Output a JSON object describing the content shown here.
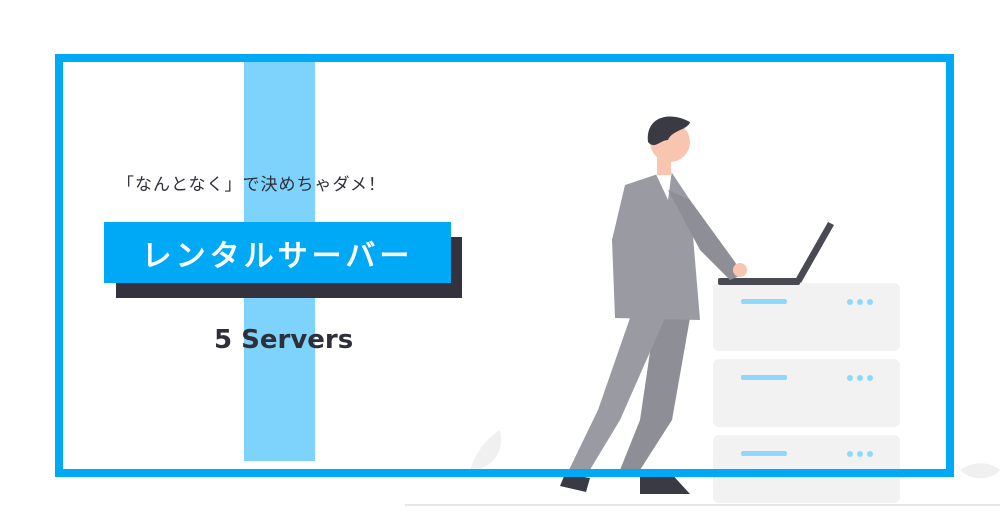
{
  "banner": {
    "catchphrase": "「なんとなく」で決めちゃダメ！",
    "title": "レンタルサーバー",
    "subtitle": "5 Servers"
  },
  "colors": {
    "frame": "#00a9f5",
    "stripe": "#7dd3fb",
    "title_bg": "#00a9f5",
    "title_shadow": "#34323f",
    "text_dark": "#2f2f3a",
    "suit": "#9a9aa3",
    "server": "#f2f2f2",
    "server_light": "#8ed8fb"
  },
  "illustration": {
    "icons": [
      "person-icon",
      "laptop-icon",
      "server-rack-icon",
      "leaf-icon"
    ]
  }
}
